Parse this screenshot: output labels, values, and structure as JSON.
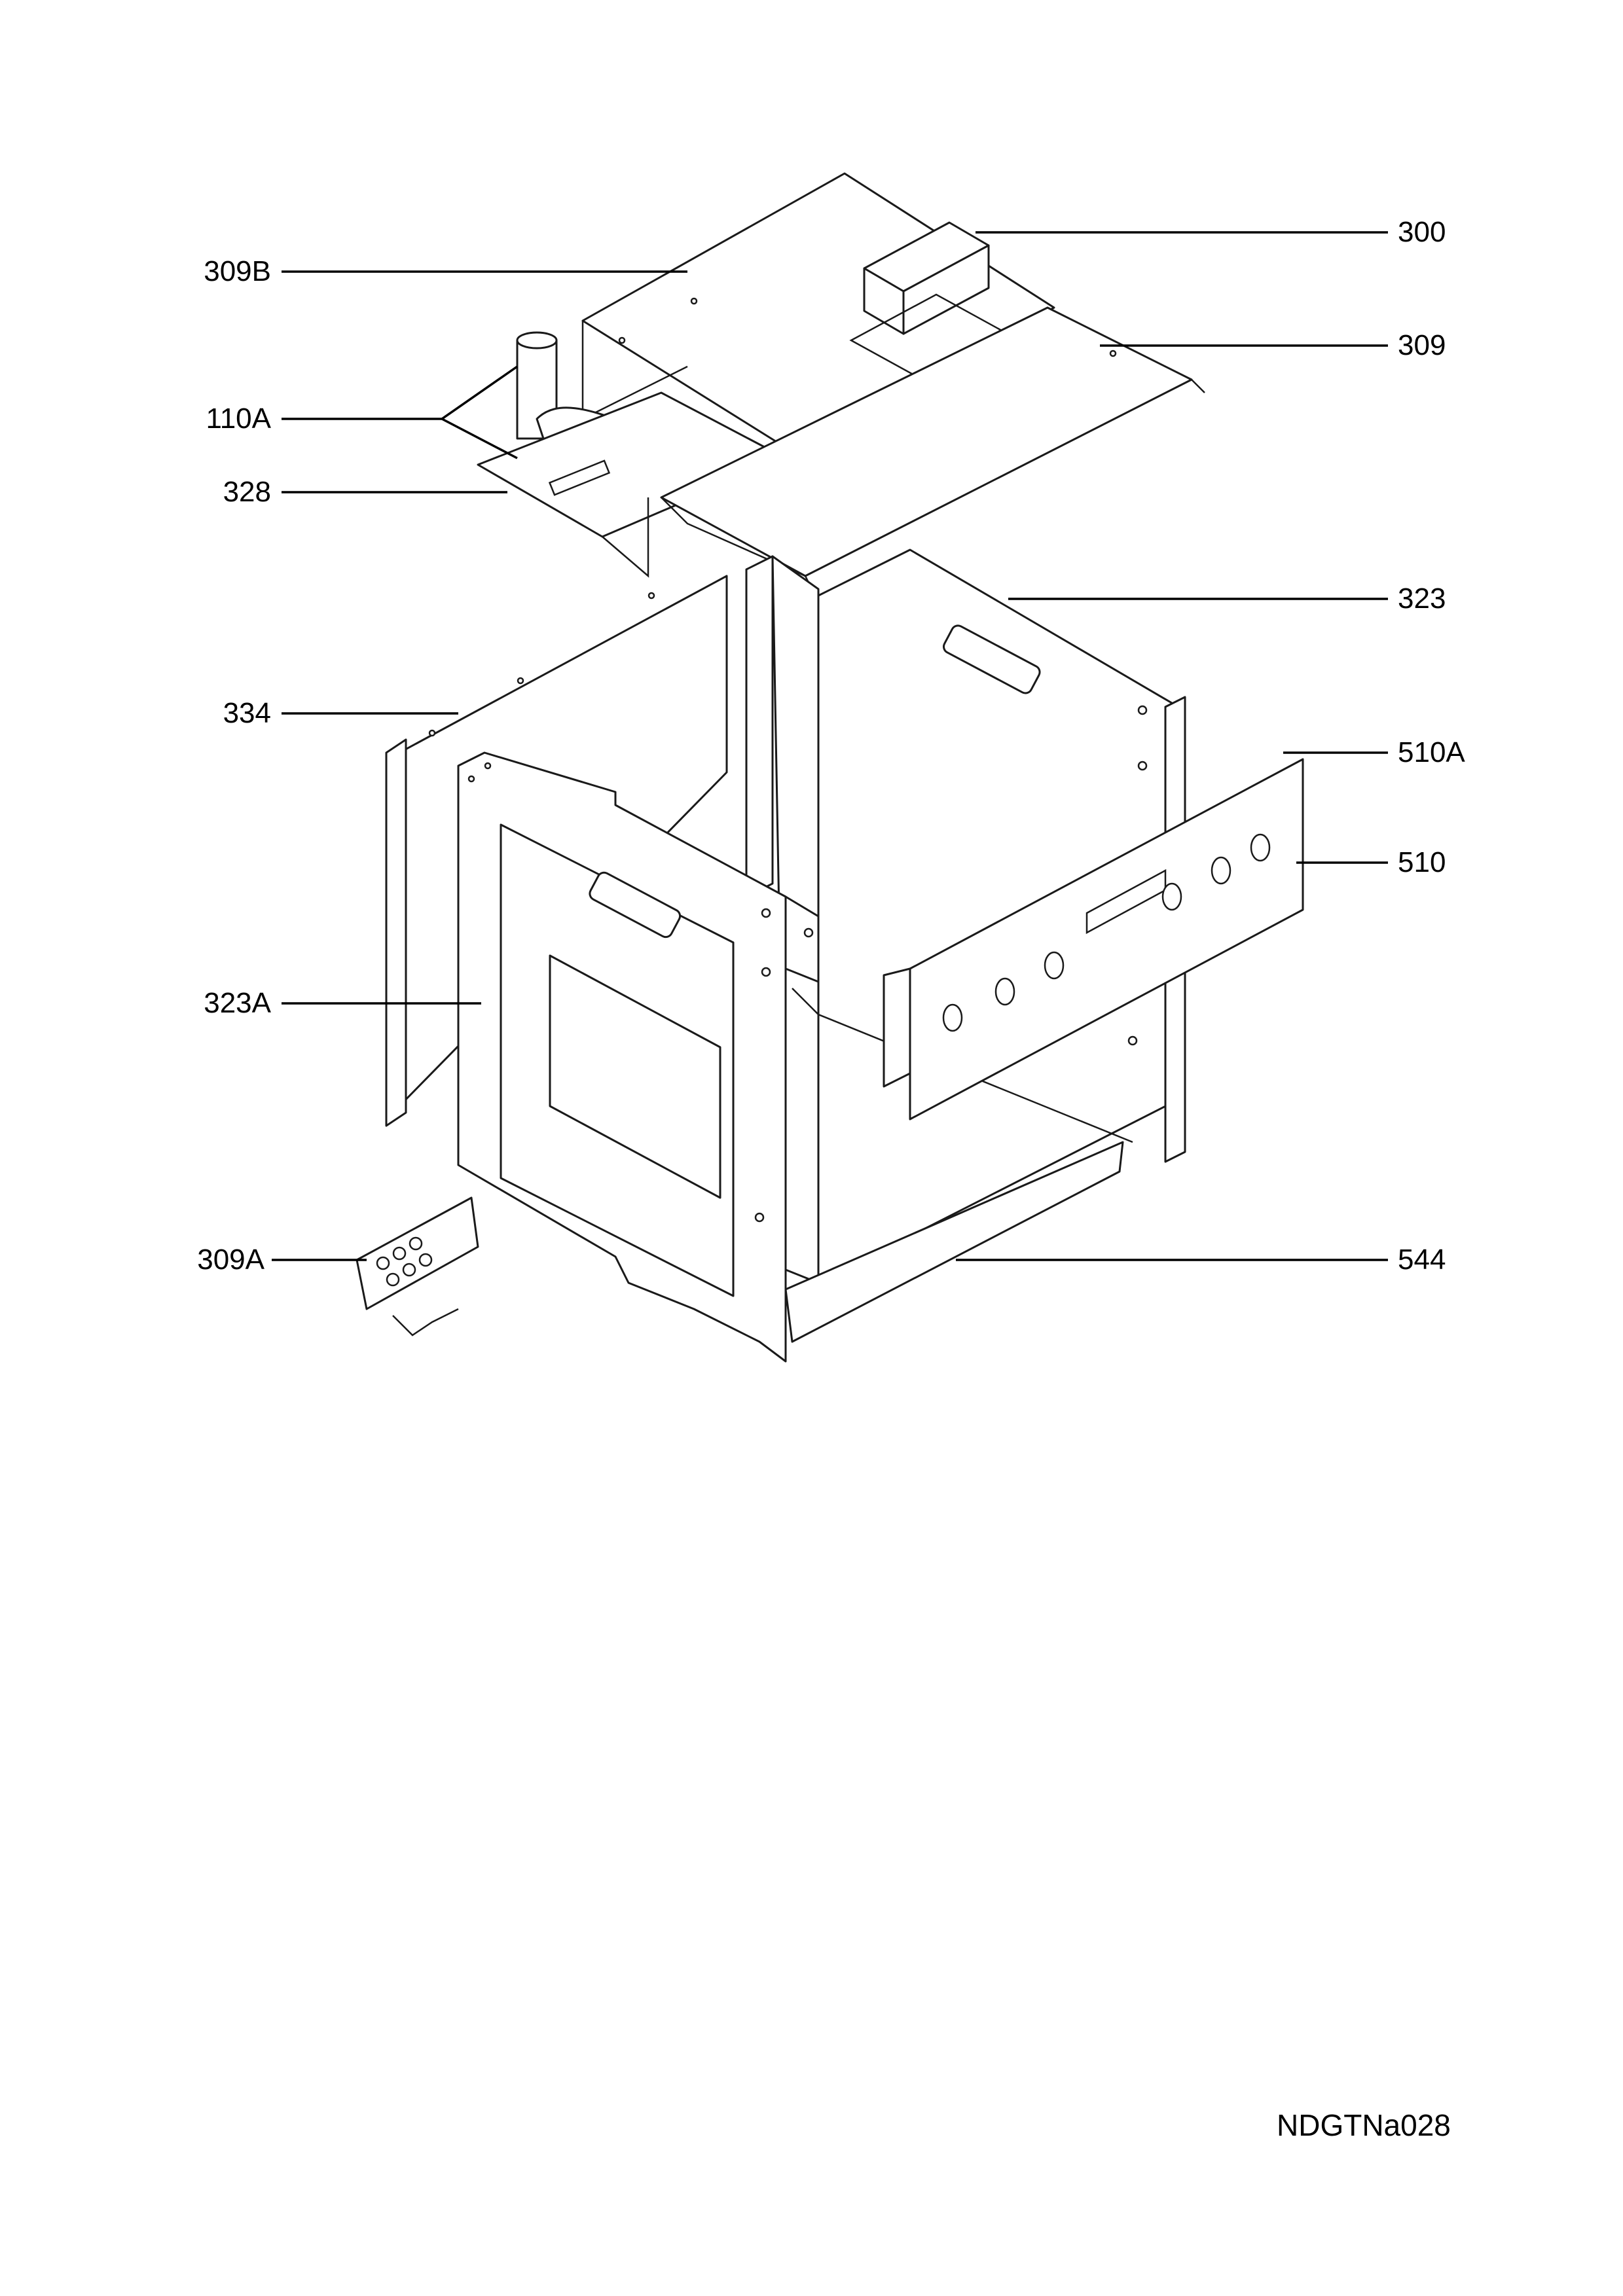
{
  "diagram": {
    "callouts": [
      {
        "id": "309B",
        "label": "309B"
      },
      {
        "id": "110A",
        "label": "110A"
      },
      {
        "id": "328",
        "label": "328"
      },
      {
        "id": "334",
        "label": "334"
      },
      {
        "id": "323A",
        "label": "323A"
      },
      {
        "id": "309A",
        "label": "309A"
      },
      {
        "id": "300",
        "label": "300"
      },
      {
        "id": "309",
        "label": "309"
      },
      {
        "id": "323",
        "label": "323"
      },
      {
        "id": "510A",
        "label": "510A"
      },
      {
        "id": "510",
        "label": "510"
      },
      {
        "id": "544",
        "label": "544"
      }
    ],
    "drawing_code": "NDGTNa028"
  }
}
